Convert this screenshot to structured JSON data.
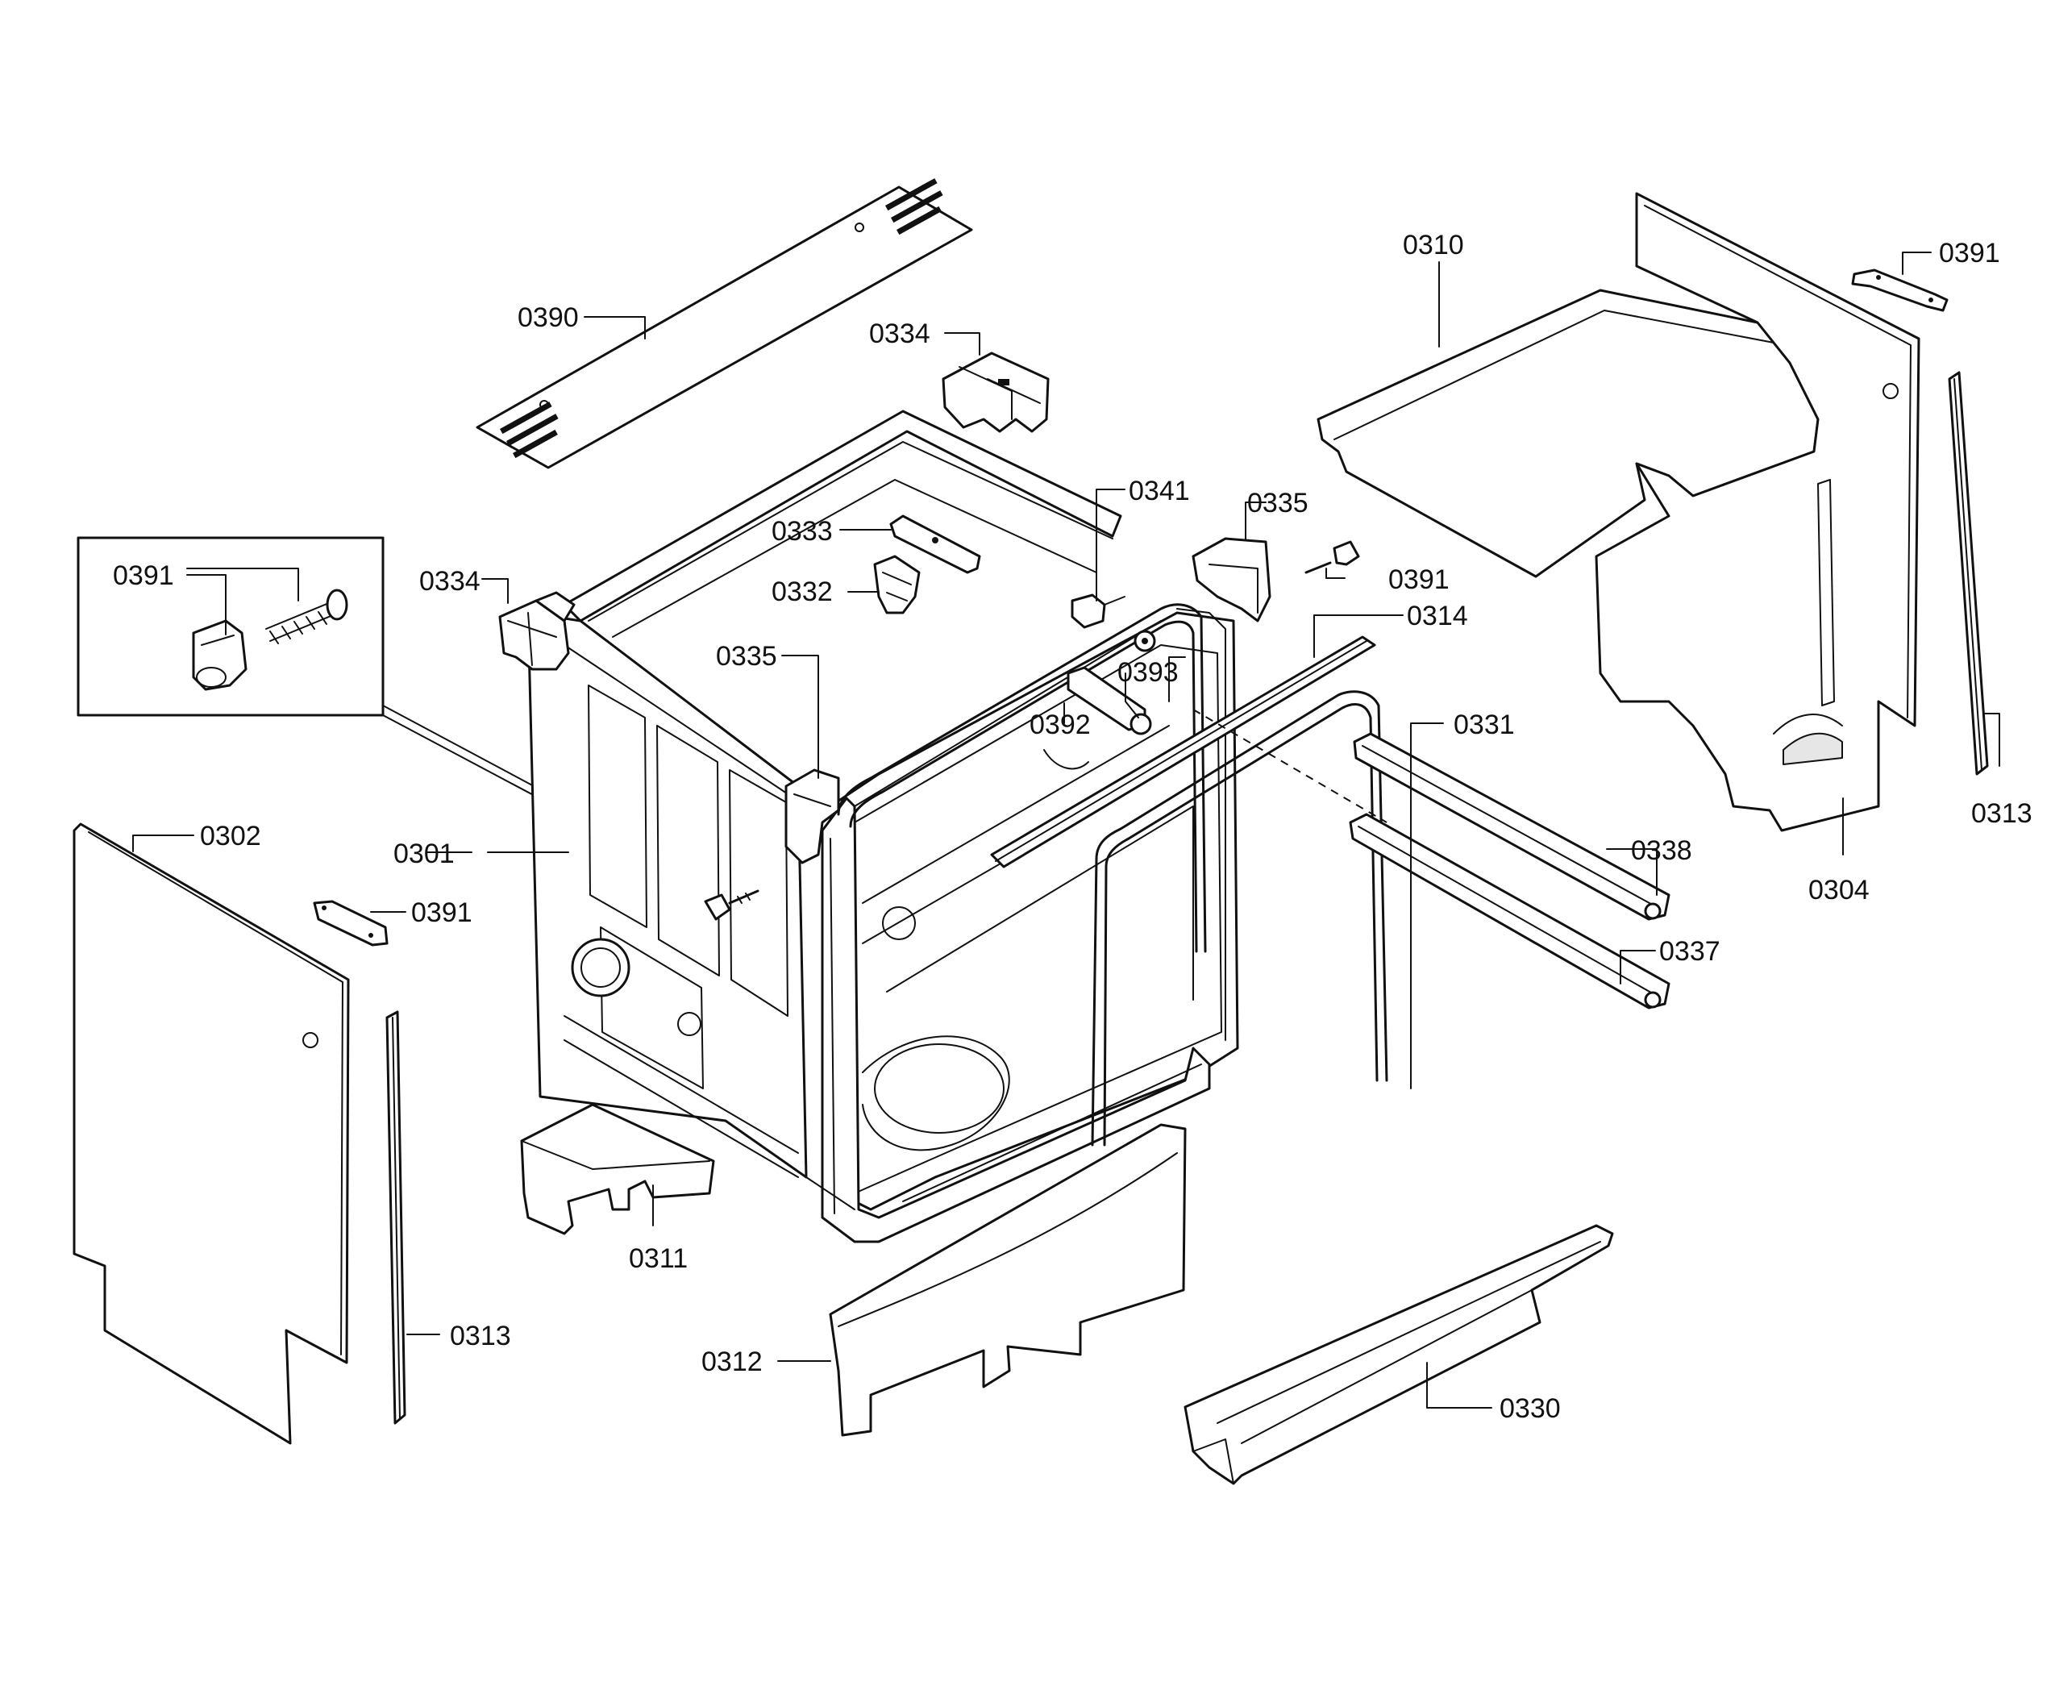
{
  "labels": {
    "p0390": "0390",
    "p0334a": "0334",
    "p0310": "0310",
    "p0391a": "0391",
    "p0341": "0341",
    "p0335a": "0335",
    "p0333": "0333",
    "p0391b": "0391",
    "p0391c": "0391",
    "p0334b": "0334",
    "p0332": "0332",
    "p0314": "0314",
    "p0335b": "0335",
    "p0393": "0393",
    "p0392": "0392",
    "p0331": "0331",
    "p0313a": "0313",
    "p0302": "0302",
    "p0301": "0301",
    "p0338": "0338",
    "p0391d": "0391",
    "p0304": "0304",
    "p0337": "0337",
    "p0311": "0311",
    "p0313b": "0313",
    "p0312": "0312",
    "p0330": "0330"
  }
}
